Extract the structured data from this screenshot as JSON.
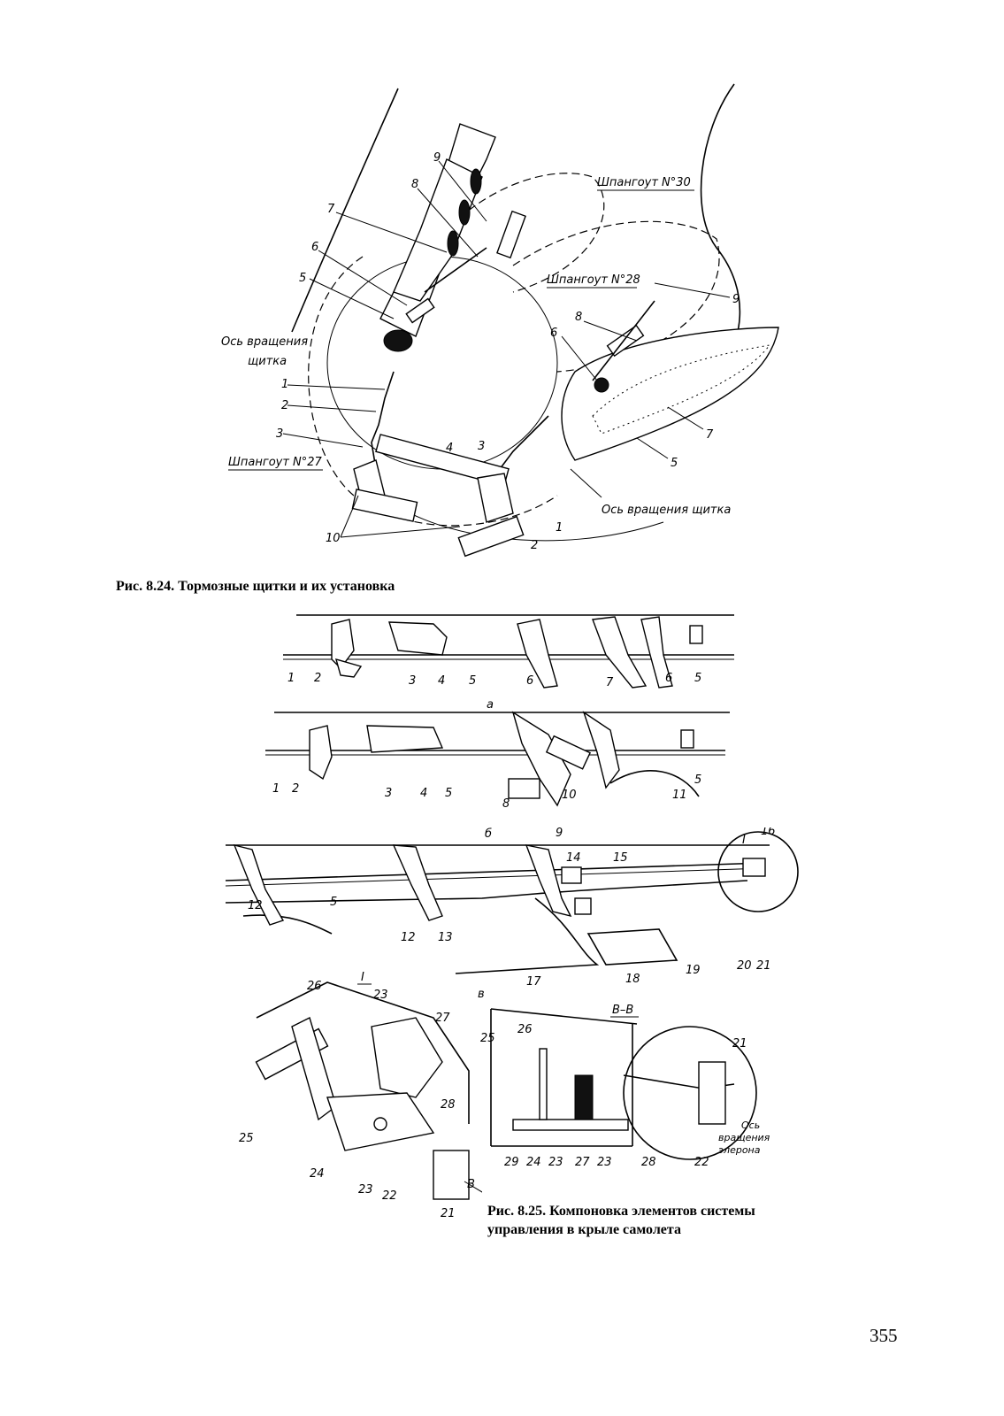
{
  "figure_824": {
    "caption": "Рис. 8.24. Тормозные щитки и их установка",
    "callouts": {
      "frame30": "Шпангоут N°30",
      "frame28": "Шпангоут N°28",
      "frame27": "Шпангоут N°27",
      "axis_left_1": "Ось вращения",
      "axis_left_2": "щитка",
      "axis_right": "Ось вращения щитка",
      "numbers_left": [
        "9",
        "8",
        "7",
        "6",
        "5",
        "1",
        "2",
        "3",
        "10"
      ],
      "numbers_right": [
        "9",
        "8",
        "6",
        "7",
        "5",
        "4",
        "3",
        "2",
        "1"
      ]
    }
  },
  "figure_825": {
    "caption_line1": "Рис. 8.25. Компоновка элементов системы",
    "caption_line2": "управления в крыле самолета",
    "view_a": {
      "letter": "а",
      "numbers": [
        "1",
        "2",
        "3",
        "4",
        "5",
        "6",
        "7",
        "6",
        "5"
      ]
    },
    "view_b": {
      "letter": "б",
      "numbers": [
        "1",
        "2",
        "3",
        "4",
        "5",
        "8",
        "10",
        "9",
        "11",
        "5"
      ]
    },
    "view_c": {
      "numbers": [
        "12",
        "5",
        "12",
        "13",
        "14",
        "15",
        "16",
        "I",
        "17",
        "18",
        "19",
        "20",
        "21"
      ]
    },
    "detail_I": {
      "title": "I",
      "numbers": [
        "26",
        "23",
        "27",
        "28",
        "25",
        "24",
        "23",
        "22",
        "21",
        "В"
      ]
    },
    "section_BB": {
      "letter": "в",
      "title": "В–В",
      "numbers": [
        "25",
        "26",
        "21",
        "29",
        "24",
        "23",
        "27",
        "23",
        "28",
        "22"
      ],
      "axis_1": "Ось",
      "axis_2": "вращения",
      "axis_3": "элерона"
    }
  },
  "page_number": "355"
}
